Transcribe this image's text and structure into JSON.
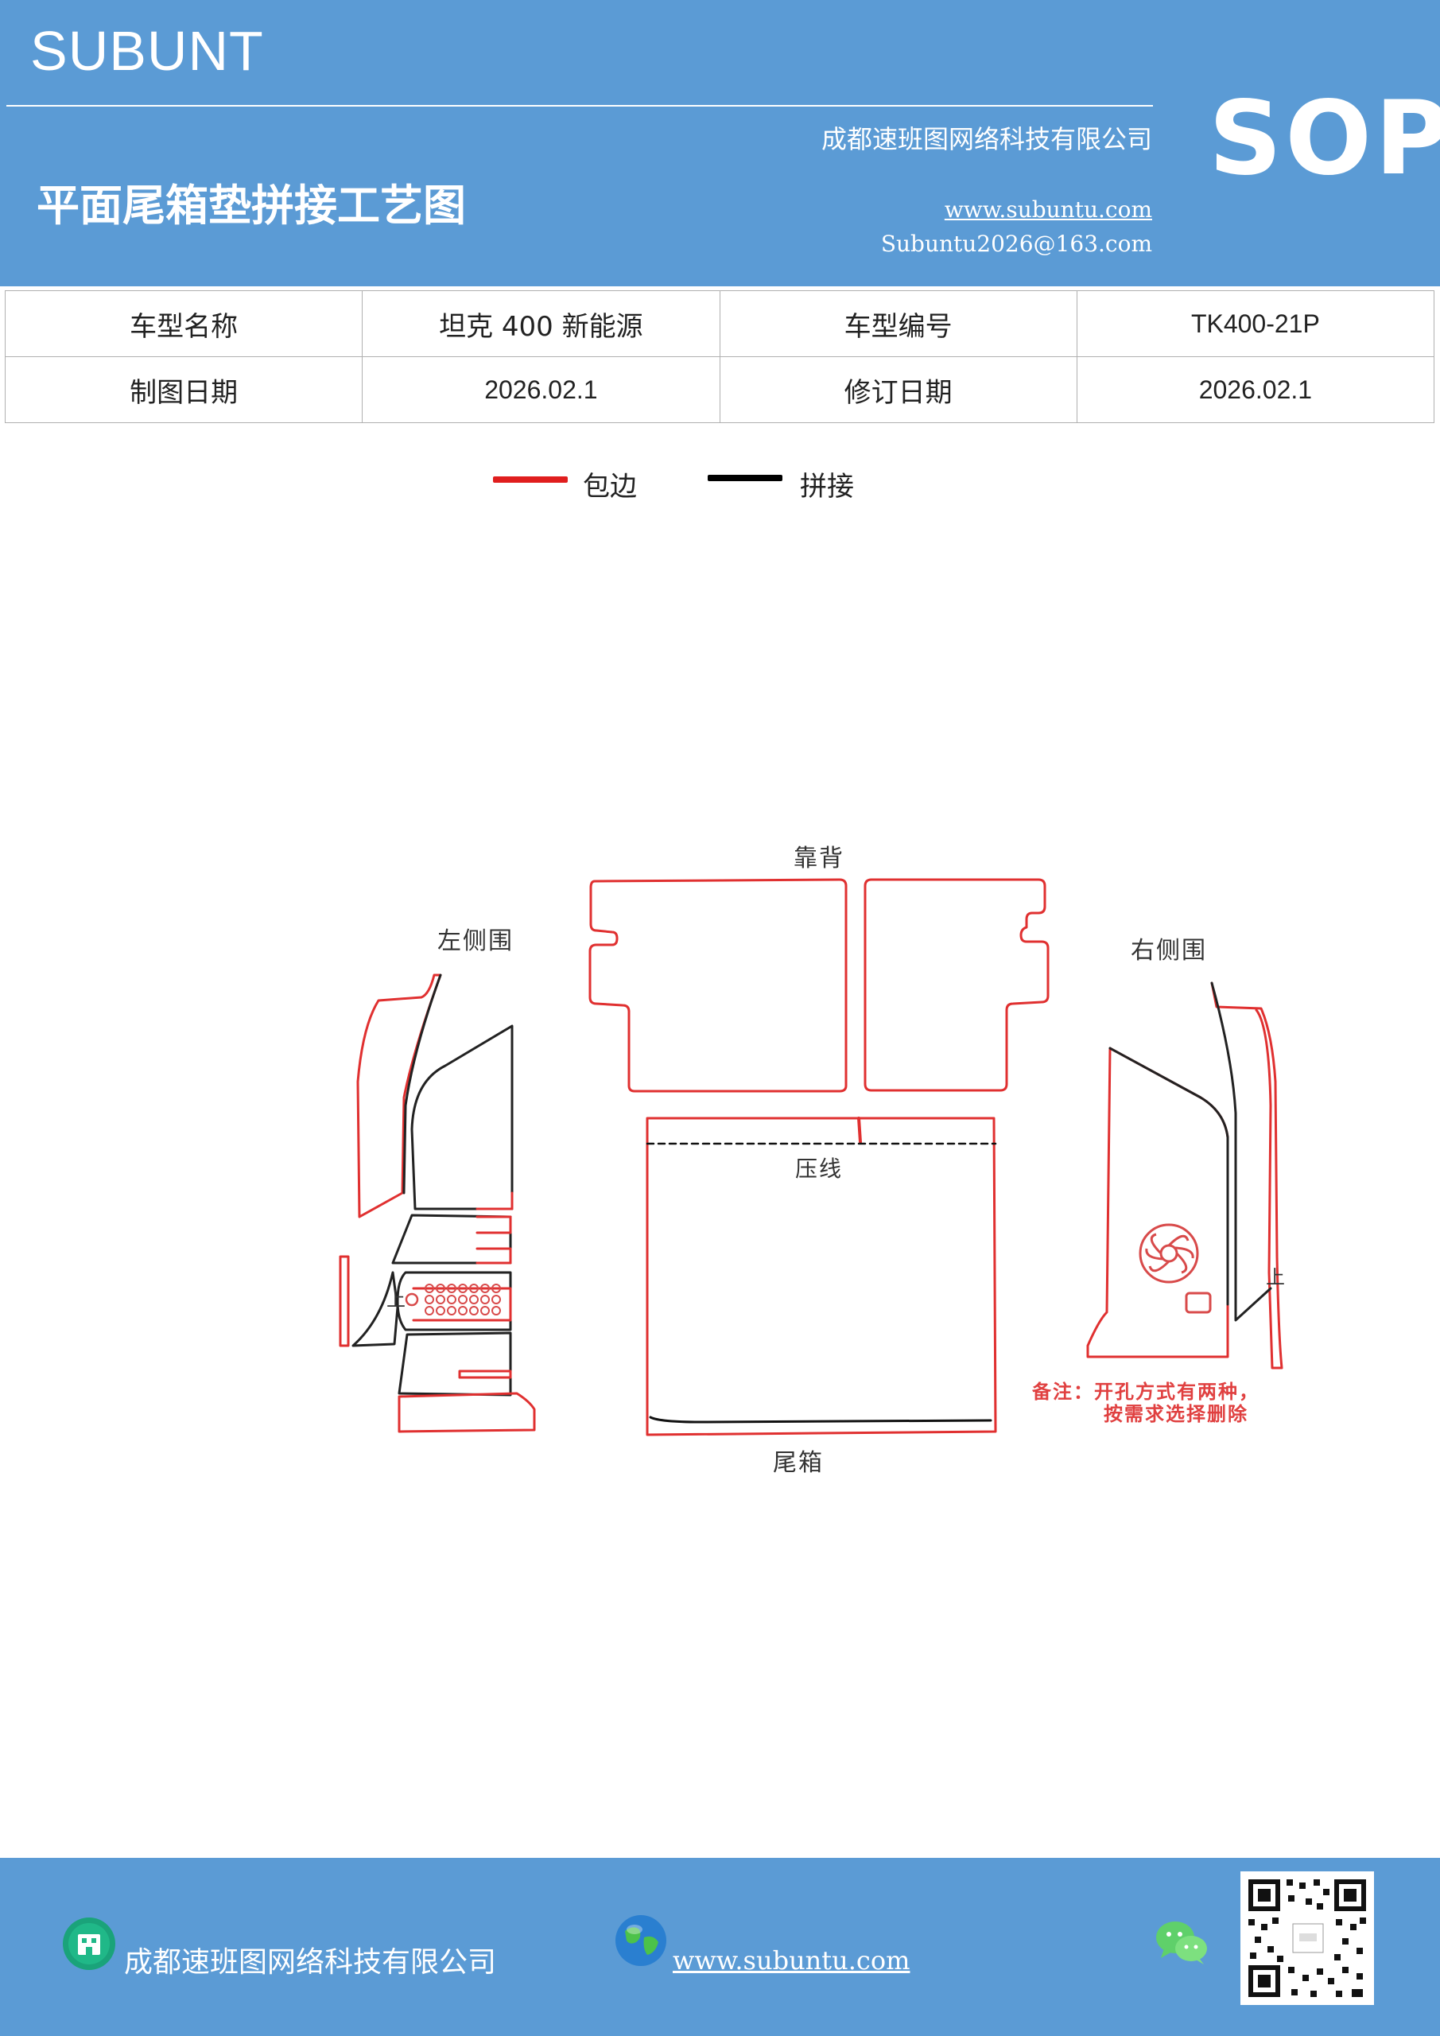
{
  "colors": {
    "header_blue": "#5b9bd5",
    "wrap_edge_red": "#e03030",
    "seam_black": "#000000",
    "cut_red": "#d84a4a",
    "note_red": "#e04040"
  },
  "header": {
    "brand": "SUBUNT",
    "badge": "SOP",
    "company": "成都速班图网络科技有限公司",
    "title": "平面尾箱垫拼接工艺图",
    "website": "www.subuntu.com",
    "email": "Subuntu2026@163.com"
  },
  "info": {
    "row1": {
      "label1": "车型名称",
      "value1": "坦克 400 新能源",
      "label2": "车型编号",
      "value2": "TK400-21P"
    },
    "row2": {
      "label1": "制图日期",
      "value1": "2026.02.1",
      "label2": "修订日期",
      "value2": "2026.02.1"
    }
  },
  "legend": {
    "wrap": "包边",
    "seam": "拼接"
  },
  "drawing": {
    "backrest": "靠背",
    "left_side": "左侧围",
    "right_side": "右侧围",
    "crease": "压线",
    "trunk": "尾箱",
    "up_mark": "上",
    "note_line1": "备注：开孔方式有两种，",
    "note_line2": "按需求选择删除"
  },
  "footer": {
    "company": "成都速班图网络科技有限公司",
    "website": "www.subuntu.com",
    "icons": [
      "building-icon",
      "globe-icon",
      "wechat-icon",
      "qr-code"
    ]
  }
}
